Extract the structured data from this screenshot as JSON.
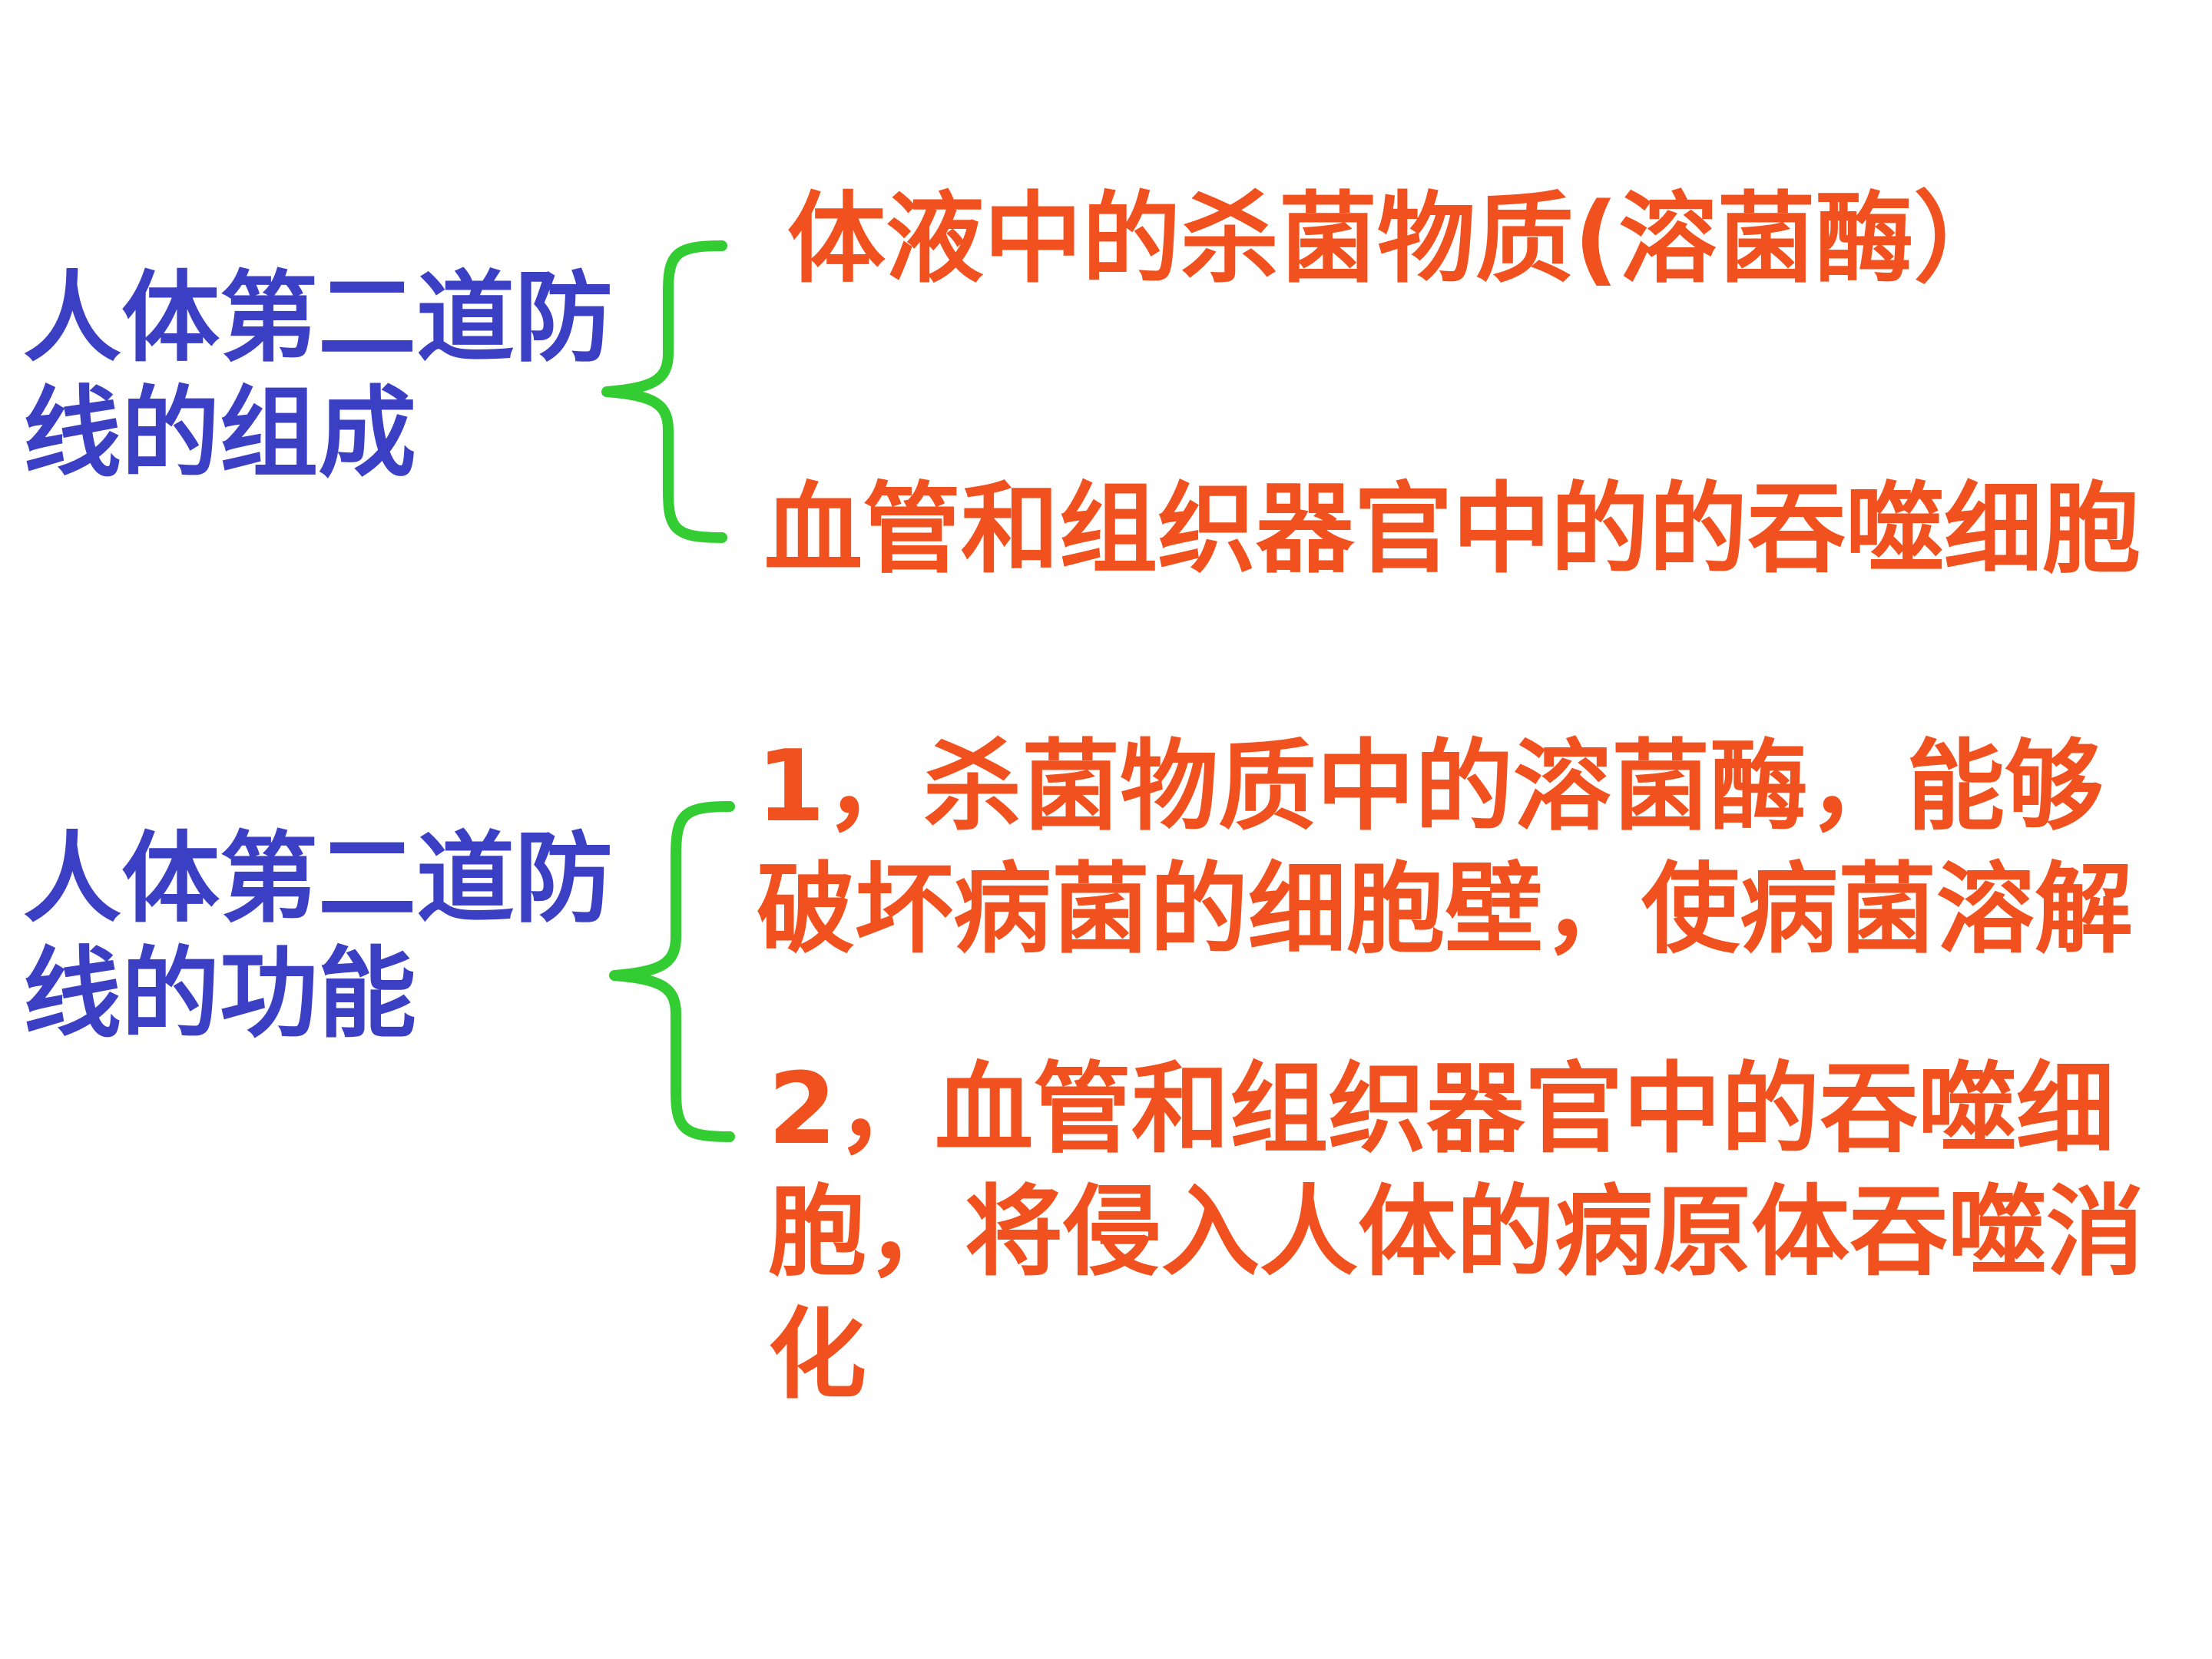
{
  "composition": {
    "label": "人体第二道防线的组成",
    "items": [
      "体液中的杀菌物质(溶菌酶）",
      "血管和组织器官中的的吞噬细胞"
    ]
  },
  "function": {
    "label": "人体第二道防线的功能",
    "items": [
      "1，杀菌物质中的溶菌酶，能够破坏病菌的细胞壁，使病菌溶解",
      "2，血管和组织器官中的吞噬细胞，将侵入人体的病原体吞噬消化"
    ]
  },
  "colors": {
    "label": "#3a3fc4",
    "item": "#f0511f",
    "brace": "#33cc33",
    "background": "#ffffff"
  },
  "icons": {
    "brace": "curly-brace-icon"
  }
}
